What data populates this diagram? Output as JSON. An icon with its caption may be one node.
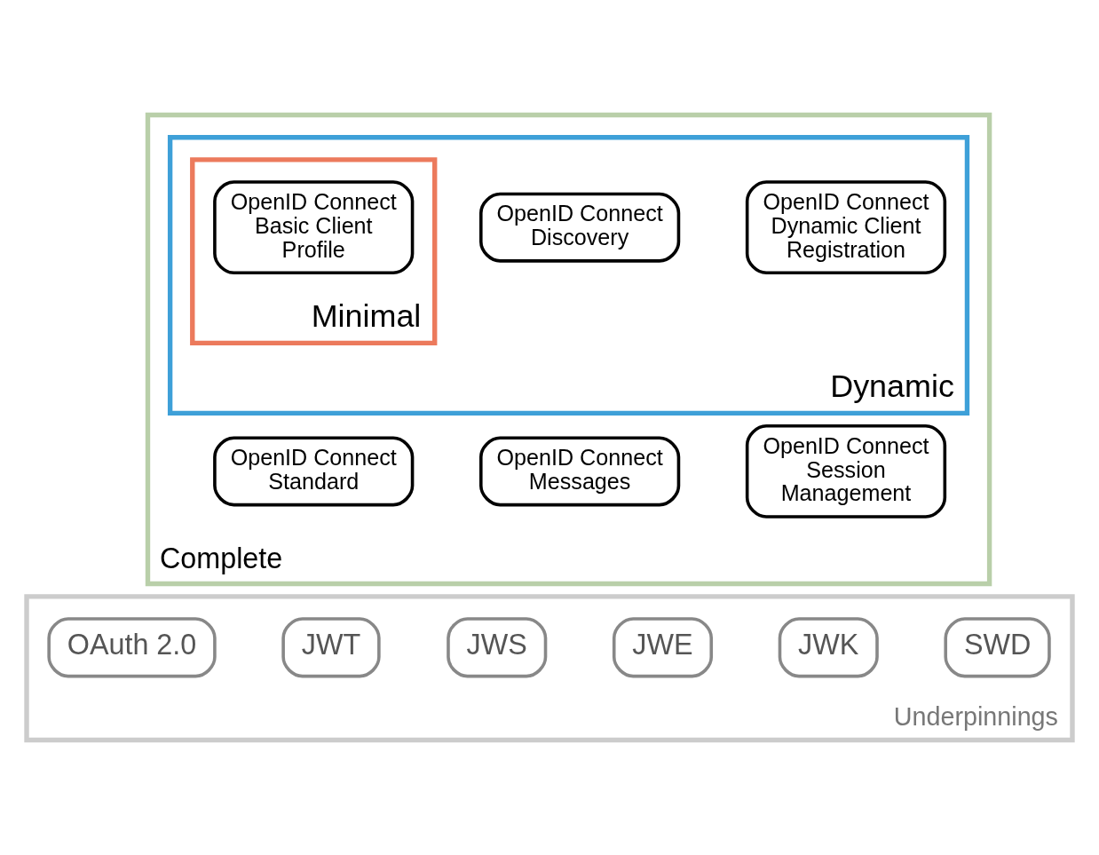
{
  "diagram": {
    "nodes": [
      {
        "text": [
          "Complete"
        ]
      },
      {
        "text": [
          "Dynamic"
        ],
        "in": 0
      },
      {
        "text": [
          "Minimal"
        ],
        "in": 1
      },
      {
        "text": [
          "OpenID Connect Basic Client Profile"
        ],
        "in": 2
      },
      {
        "text": [
          "OpenID Connect Discovery"
        ],
        "in": 1
      },
      {
        "text": [
          "OpenID Connect Dynamic Client Registration"
        ],
        "in": 1
      },
      {
        "text": [
          "OpenID Connect Standard"
        ],
        "in": 0
      },
      {
        "text": [
          "OpenID Connect Messages"
        ],
        "in": 0
      },
      {
        "text": [
          "OpenID Connect Session Management"
        ],
        "in": 0
      },
      {
        "text": [
          "Underpinnings"
        ]
      },
      {
        "text": [
          "OAuth 2.0"
        ],
        "in": 9
      },
      {
        "text": [
          "JWT"
        ],
        "in": 9
      },
      {
        "text": [
          "JWS"
        ],
        "in": 9
      },
      {
        "text": [
          "JWE"
        ],
        "in": 9
      },
      {
        "text": [
          "JWK"
        ],
        "in": 9
      },
      {
        "text": [
          "SWD"
        ],
        "in": 9
      }
    ]
  }
}
